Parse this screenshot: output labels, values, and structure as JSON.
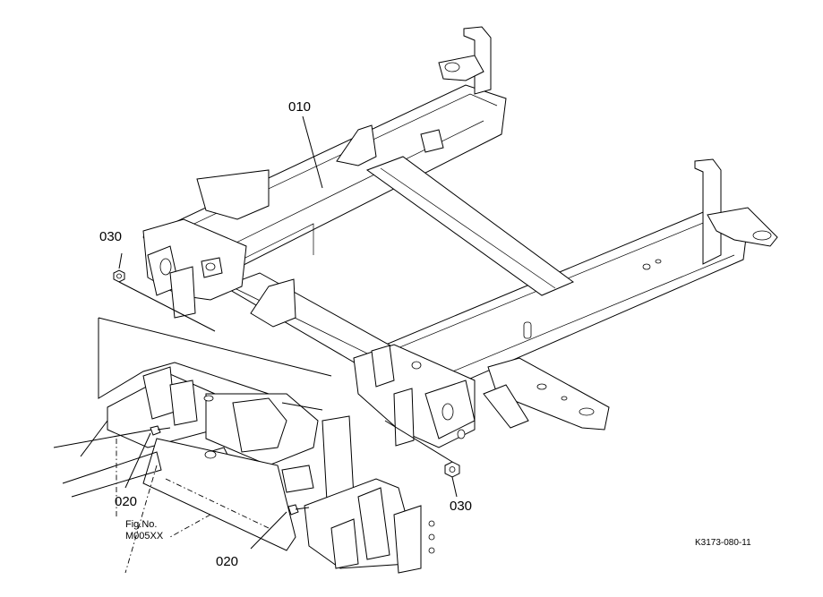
{
  "callouts": {
    "part_010": "010",
    "part_030_left": "030",
    "part_030_right": "030",
    "part_020_left": "020",
    "part_020_bottom": "020"
  },
  "fig_reference": {
    "line1": "Fig.No.",
    "line2": "M005XX"
  },
  "drawing_code": "K3173-080-11",
  "colors": {
    "line": "#000000",
    "background": "#ffffff"
  }
}
